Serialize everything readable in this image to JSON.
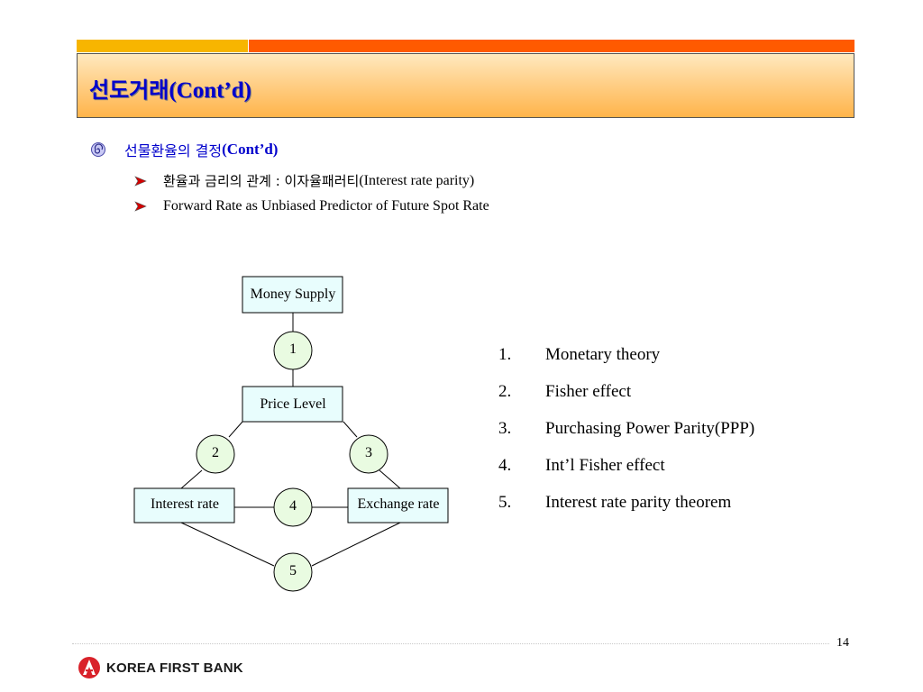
{
  "header": {
    "title_ko": "선도거래",
    "title_en": "(Cont’d)"
  },
  "bullets": {
    "level1": {
      "ko": "선물환율의 결정",
      "en": "(Cont’d)"
    },
    "level2": [
      {
        "ko": "환율과 금리의 관계 : 이자율패러티",
        "en": "(Interest rate parity)"
      },
      {
        "ko": "",
        "en": "Forward Rate as Unbiased Predictor of Future Spot Rate"
      }
    ]
  },
  "diagram": {
    "boxes": {
      "money_supply": "Money Supply",
      "price_level": "Price Level",
      "interest_rate": "Interest rate",
      "exchange_rate": "Exchange rate"
    },
    "circles": [
      "1",
      "2",
      "3",
      "4",
      "5"
    ],
    "box_fill": "#e8fdfd",
    "circle_fill": "#e9fbe1"
  },
  "theories": [
    {
      "num": "1.",
      "text": "Monetary theory"
    },
    {
      "num": "2.",
      "text": "Fisher effect"
    },
    {
      "num": "3.",
      "text": "Purchasing Power Parity(PPP)"
    },
    {
      "num": "4.",
      "text": "Int’l Fisher effect"
    },
    {
      "num": "5.",
      "text": "Interest rate parity theorem"
    }
  ],
  "footer": {
    "page": "14",
    "bank": "KOREA FIRST BANK"
  },
  "colors": {
    "accent_orange": "#ff5a00",
    "accent_yellow": "#f7b500",
    "title_blue": "#0000cc",
    "brand_red": "#d9222a"
  }
}
